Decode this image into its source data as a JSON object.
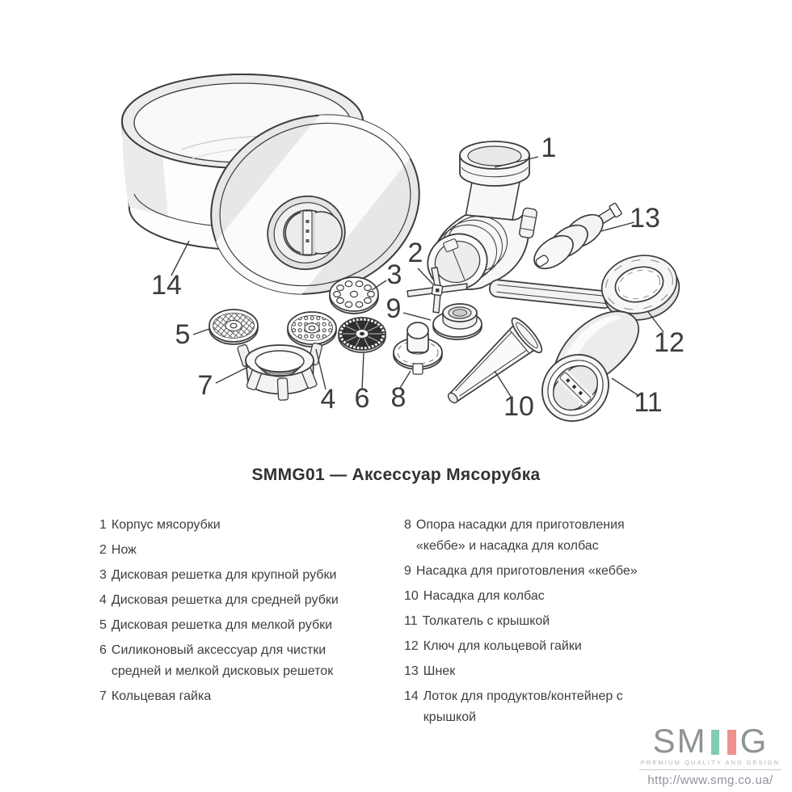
{
  "title": "SMMG01 — Аксессуар Мясорубка",
  "diagram": {
    "callouts": [
      {
        "num": "1"
      },
      {
        "num": "2"
      },
      {
        "num": "3"
      },
      {
        "num": "4"
      },
      {
        "num": "5"
      },
      {
        "num": "6"
      },
      {
        "num": "7"
      },
      {
        "num": "8"
      },
      {
        "num": "9"
      },
      {
        "num": "10"
      },
      {
        "num": "11"
      },
      {
        "num": "12"
      },
      {
        "num": "13"
      },
      {
        "num": "14"
      }
    ]
  },
  "parts_list": {
    "left": [
      {
        "num": "1",
        "text": "Корпус мясорубки"
      },
      {
        "num": "2",
        "text": "Нож"
      },
      {
        "num": "3",
        "text": "Дисковая решетка для крупной рубки"
      },
      {
        "num": "4",
        "text": "Дисковая решетка для средней рубки"
      },
      {
        "num": "5",
        "text": "Дисковая решетка для мелкой рубки"
      },
      {
        "num": "6",
        "text": "Силиконовый аксессуар для чистки средней и мелкой дисковых решеток"
      },
      {
        "num": "7",
        "text": "Кольцевая гайка"
      }
    ],
    "right": [
      {
        "num": "8",
        "text": "Опора насадки для приготовления «кеббе» и насадка для колбас"
      },
      {
        "num": "9",
        "text": "Насадка для приготовления «кеббе»"
      },
      {
        "num": "10",
        "text": "Насадка для колбас"
      },
      {
        "num": "11",
        "text": "Толкатель с крышкой"
      },
      {
        "num": "12",
        "text": "Ключ для кольцевой гайки"
      },
      {
        "num": "13",
        "text": "Шнек"
      },
      {
        "num": "14",
        "text": "Лоток для продуктов/контейнер с крышкой"
      }
    ]
  },
  "footer": {
    "logo_prefix": "SM",
    "logo_suffix": "G",
    "tagline": "PREMIUM QUALITY AND DESIGN",
    "url": "http://www.smg.co.ua/",
    "colors": {
      "logo_gray": "#8f9396",
      "flag_green": "#82cbb4",
      "flag_white": "#ffffff",
      "flag_red": "#f0918e"
    }
  }
}
